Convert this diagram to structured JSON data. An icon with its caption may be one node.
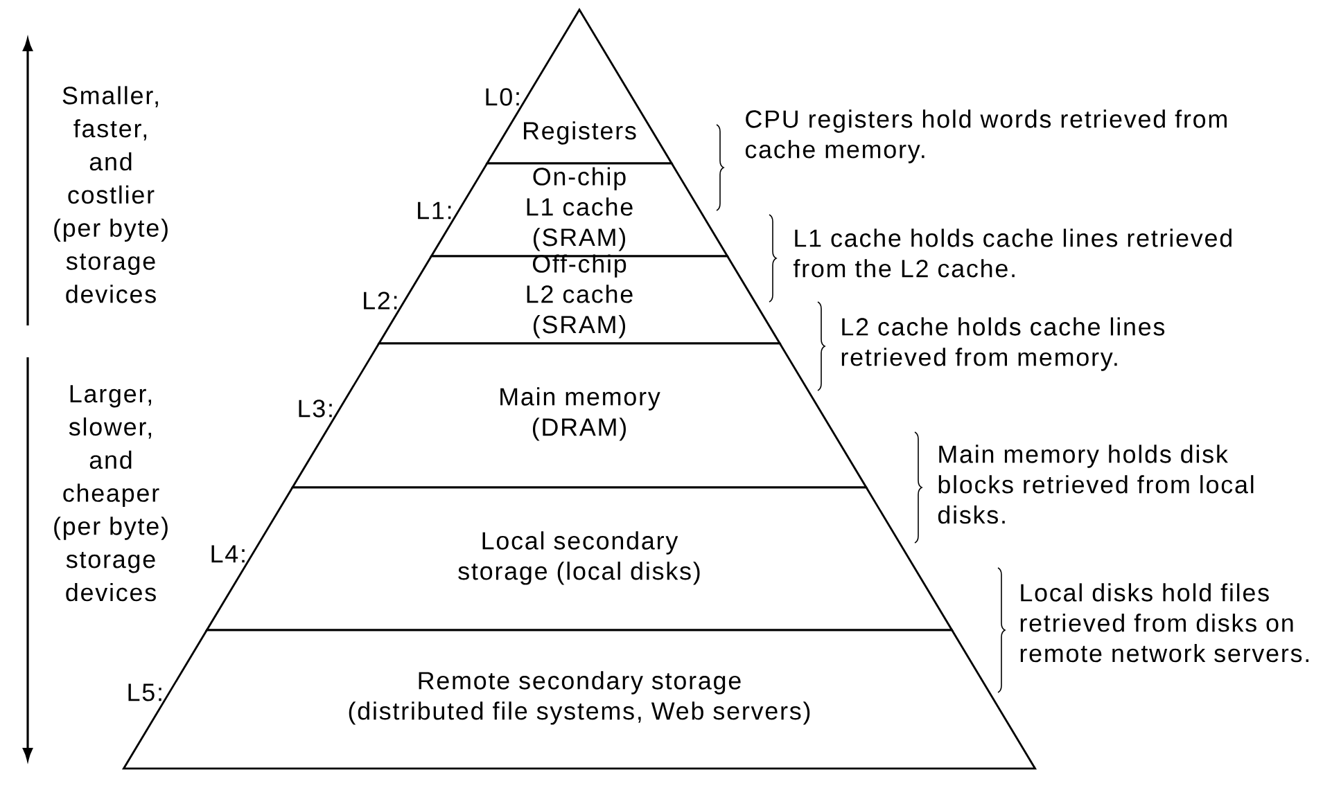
{
  "diagram": {
    "nodes": [
      {
        "text": [
          "Registers"
        ],
        "beside": [
          "L0:"
        ]
      },
      {
        "text": [
          "On-chip L1 cache (SRAM)"
        ],
        "beside": [
          "L1:"
        ]
      },
      {
        "text": [
          "Off-chip L2 cache (SRAM)"
        ],
        "beside": [
          "L2:"
        ]
      },
      {
        "text": [
          "Main memory (DRAM)"
        ],
        "beside": [
          "L3:"
        ]
      },
      {
        "text": [
          "Local secondary storage (local disks)"
        ],
        "beside": [
          "L4:"
        ]
      },
      {
        "text": [
          "Remote secondary storage (distributed file systems, Web servers)"
        ],
        "beside": [
          "L5:"
        ]
      }
    ],
    "labels": [
      "Smaller, faster, and costlier (per byte) storage devices",
      "CPU registers hold words retrieved from cache memory.",
      "L1 cache holds cache lines retrieved from the L2 cache.",
      "L2 cache holds cache lines retrieved from memory.",
      "Larger, slower, and cheaper (per byte) storage devices",
      "Main memory holds disk blocks retrieved from local disks.",
      "Local disks hold files retrieved from disks on remote network servers."
    ]
  }
}
